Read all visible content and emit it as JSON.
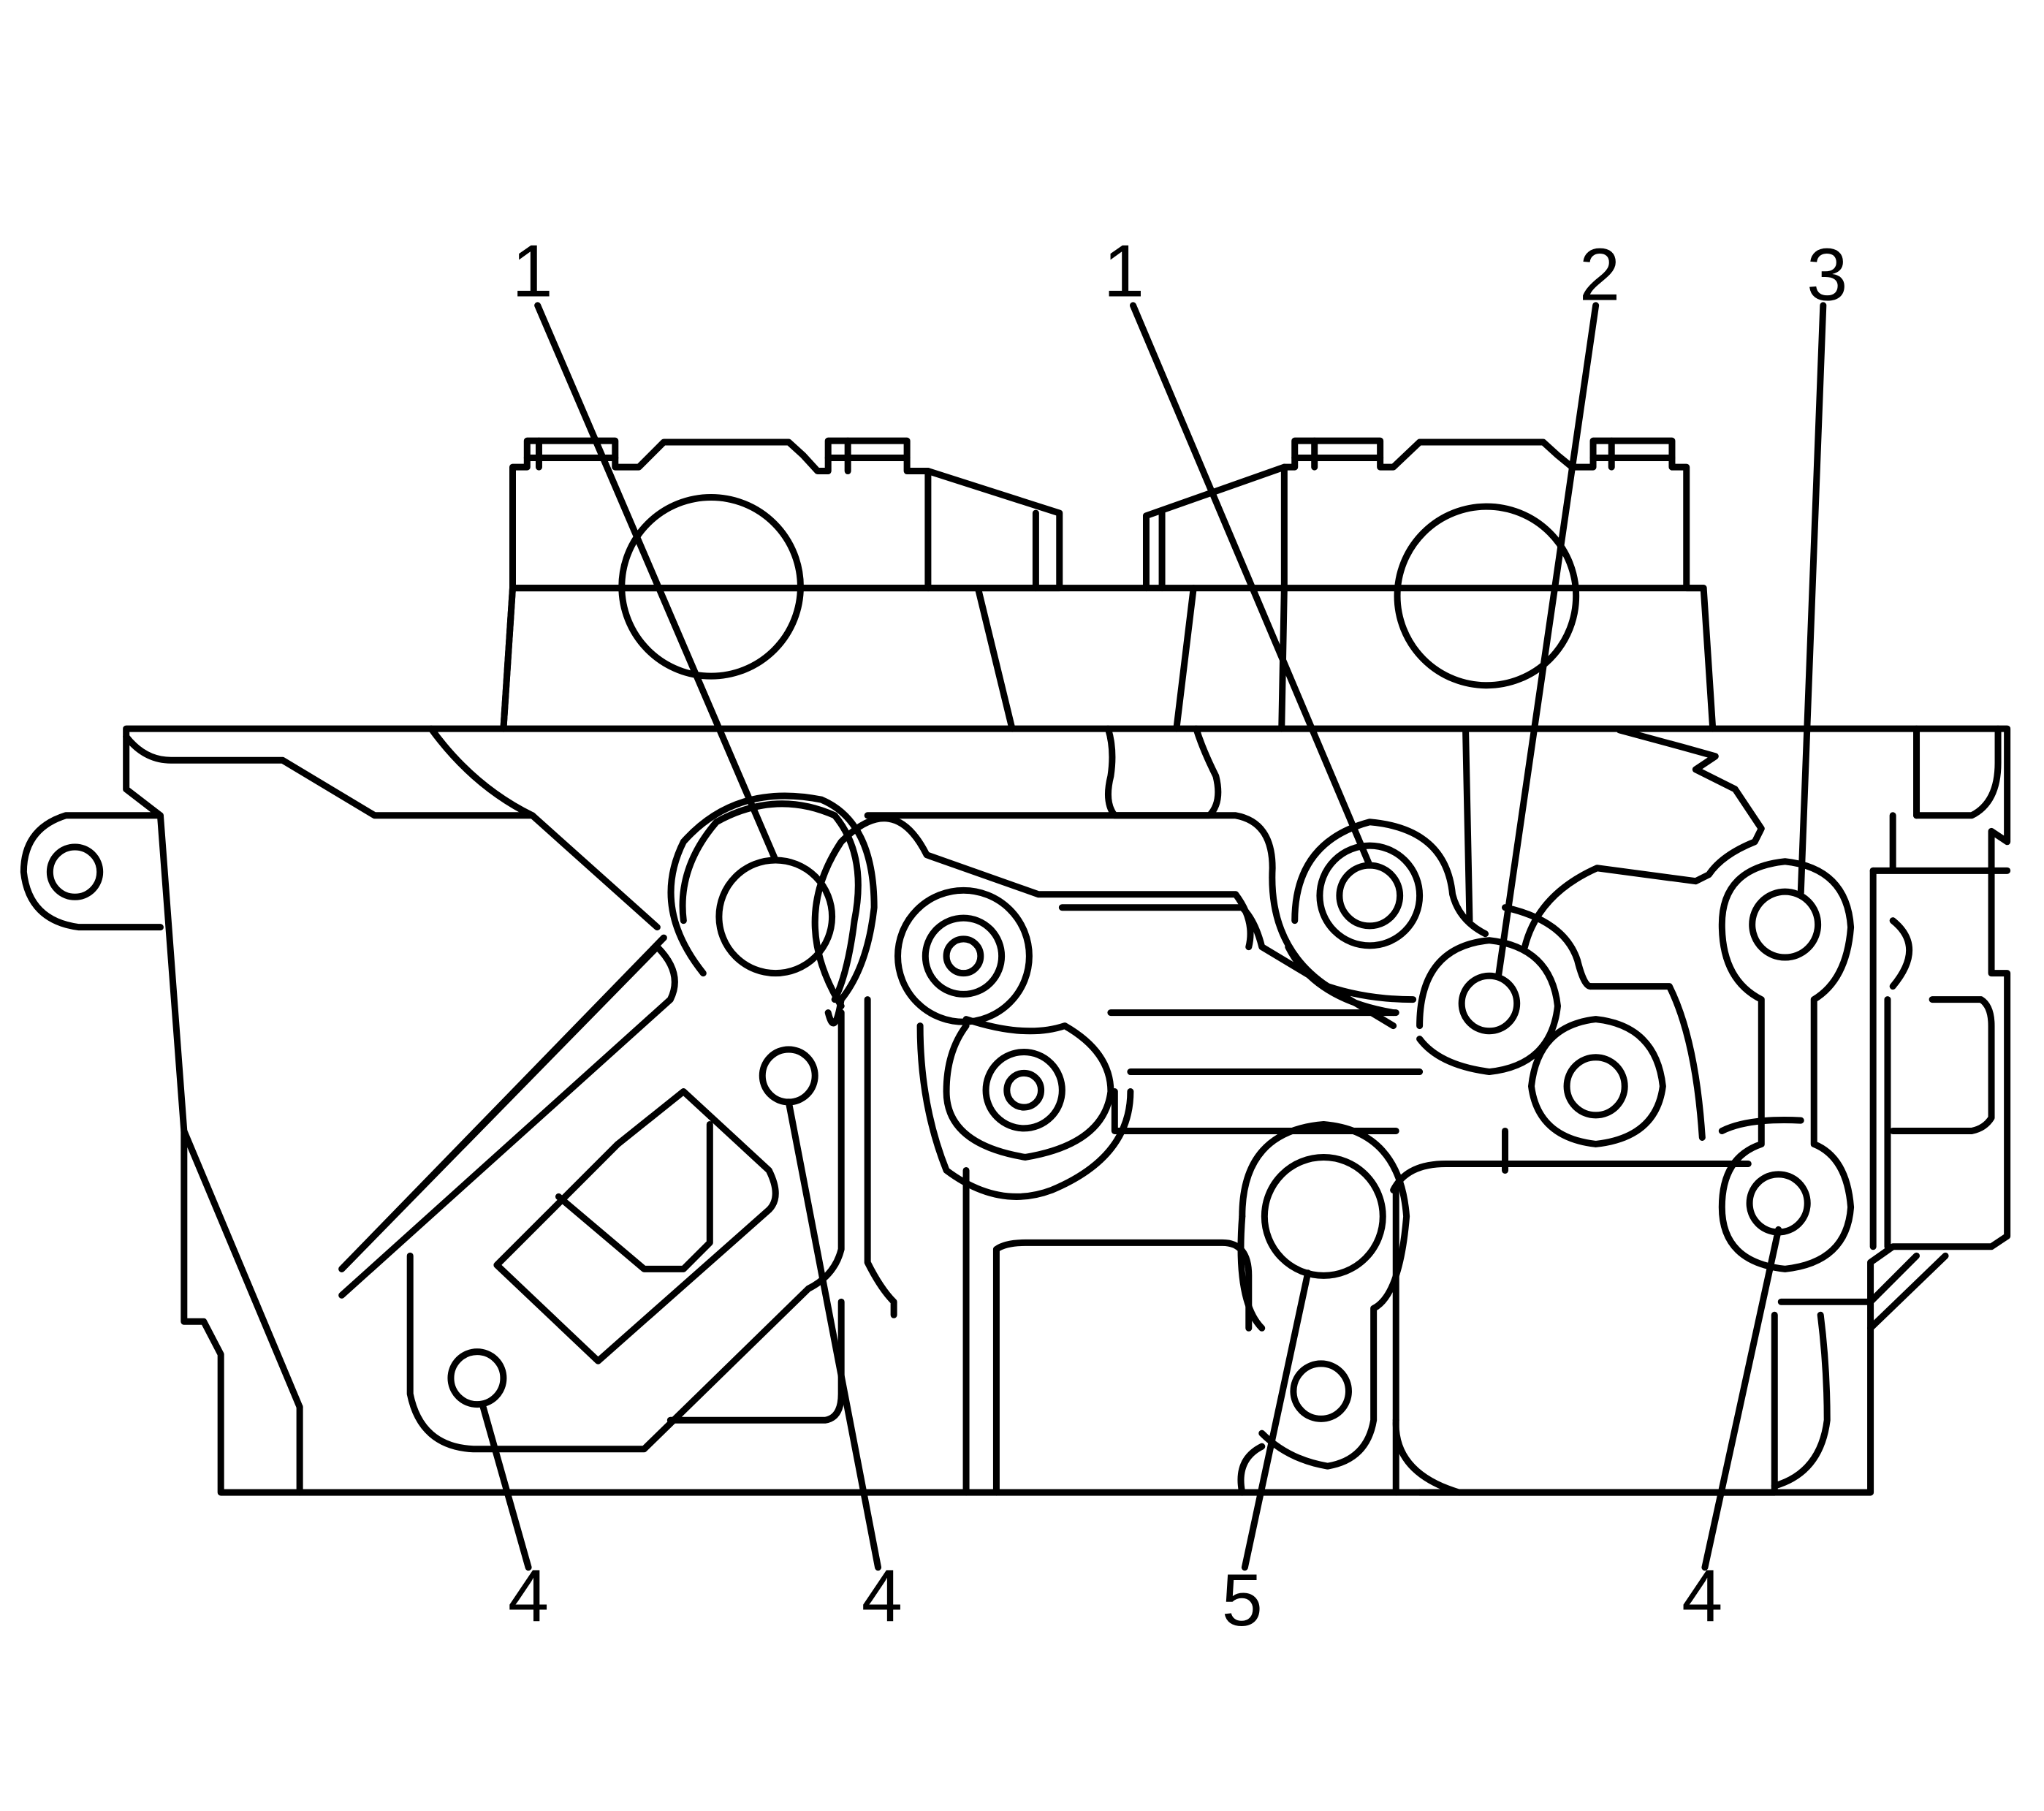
{
  "diagram": {
    "callouts": [
      {
        "id": "c1a",
        "label": "1"
      },
      {
        "id": "c1b",
        "label": "1"
      },
      {
        "id": "c2",
        "label": "2"
      },
      {
        "id": "c3",
        "label": "3"
      },
      {
        "id": "c4a",
        "label": "4"
      },
      {
        "id": "c4b",
        "label": "4"
      },
      {
        "id": "c5",
        "label": "5"
      },
      {
        "id": "c4c",
        "label": "4"
      }
    ]
  }
}
